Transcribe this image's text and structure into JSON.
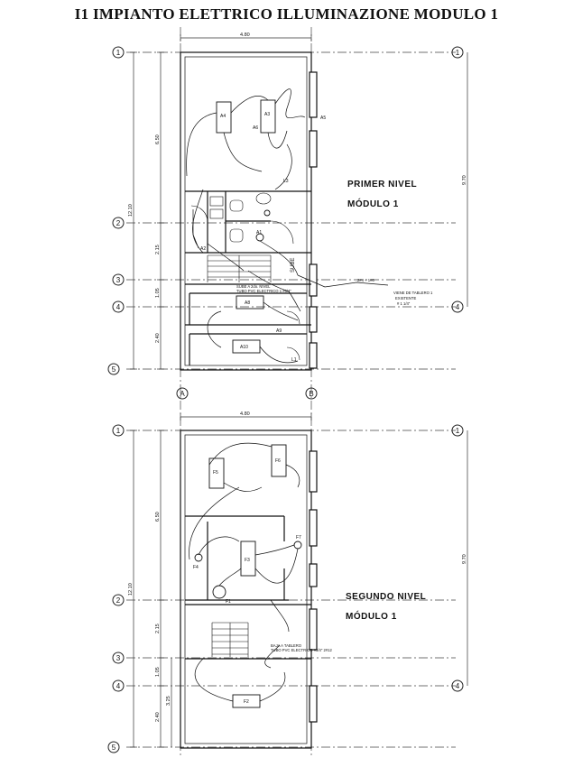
{
  "title": "I1 IMPIANTO ELETTRICO ILLUMINAZIONE MODULO 1",
  "plan1": {
    "level_name": "PRIMER NIVEL",
    "module_name": "MÓDULO 1",
    "width_dim": "4.80",
    "total_dim": "9.70",
    "dims_left": [
      "6.50",
      "12.10",
      "2.15",
      "1.05",
      "2.40"
    ],
    "fixtures": [
      "A4",
      "A3",
      "A1",
      "A2",
      "A8",
      "A10",
      "A5",
      "L3",
      "L1",
      "A6",
      "A9"
    ],
    "stair_note": "SUBE",
    "note1": "SUBE A 2do. NIVEL",
    "note2": "TUBO PVC ELECTRICO 1 #5/4\"",
    "feed_note1": "VIENE DE TABLERO 1",
    "feed_note2": "EXISTENTE",
    "feed_note3": "# 1 1/4\"",
    "cable_note": "2#4 + 1#6"
  },
  "plan2": {
    "level_name": "SEGUNDO NIVEL",
    "module_name": "MÓDULO 1",
    "width_dim": "4.80",
    "total_dim": "9.70",
    "dims_left": [
      "6.50",
      "12.10",
      "2.15",
      "1.05",
      "2.40",
      "3.25"
    ],
    "fixtures": [
      "F5",
      "F6",
      "F3",
      "F7",
      "F4",
      "F2",
      "F1"
    ],
    "note1": "BAJA A TABLERO",
    "note2": "TUBO PVC ELECTRICO #3/4\" 2#12"
  },
  "axes_rows": [
    "1",
    "2",
    "3",
    "4",
    "5"
  ],
  "axes_cols": [
    "A",
    "B"
  ]
}
